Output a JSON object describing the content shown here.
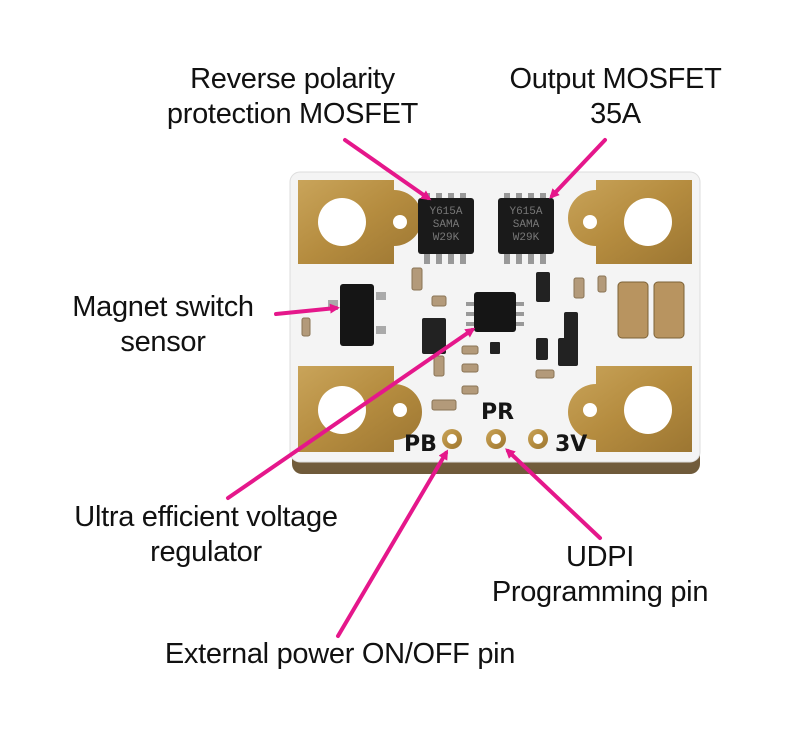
{
  "title": "PCB module component callouts",
  "accent_color": "#e5178b",
  "labels": {
    "reverse_polarity": [
      "Reverse polarity",
      "protection MOSFET"
    ],
    "output_mosfet": [
      "Output MOSFET",
      "35A"
    ],
    "magnet_switch": [
      "Magnet switch",
      "sensor"
    ],
    "voltage_regulator": [
      "Ultra efficient voltage",
      "regulator"
    ],
    "udpi": [
      "UDPI",
      "Programming pin"
    ],
    "external_power": [
      "External power ON/OFF pin"
    ]
  },
  "board": {
    "silkscreen": {
      "pb": "PB",
      "pr": "PR",
      "v3": "3V"
    },
    "chip_marking": [
      "Y615A",
      "SAMA",
      "W29K"
    ]
  }
}
